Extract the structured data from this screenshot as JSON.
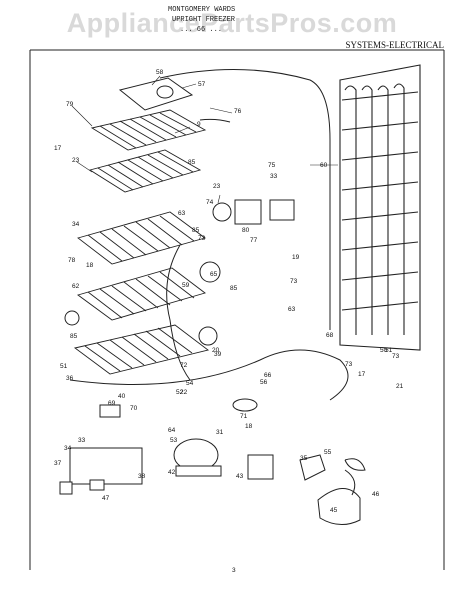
{
  "watermark": "AppliancePartsPros.com",
  "header": {
    "line1": "MONTGOMERY WARDS",
    "line2": "UPRIGHT FREEZER",
    "line3": "... 66 ..."
  },
  "section_title": "SYSTEMS-ELECTRICAL",
  "footer_mark": "3",
  "callouts": [
    "58",
    "57",
    "76",
    "79",
    "9",
    "17",
    "23",
    "85",
    "23",
    "74",
    "80",
    "77",
    "75",
    "33",
    "60",
    "63",
    "34",
    "18",
    "85",
    "73",
    "19",
    "78",
    "65",
    "85",
    "73",
    "63",
    "62",
    "59",
    "68",
    "85",
    "20",
    "50",
    "73",
    "17",
    "72",
    "51",
    "52",
    "56",
    "66",
    "73",
    "21",
    "51",
    "54",
    "70",
    "69",
    "71",
    "18",
    "64",
    "53",
    "35",
    "55",
    "33",
    "34",
    "37",
    "38",
    "47",
    "42",
    "43",
    "45",
    "46",
    "31",
    "36",
    "39",
    "40",
    "22"
  ]
}
